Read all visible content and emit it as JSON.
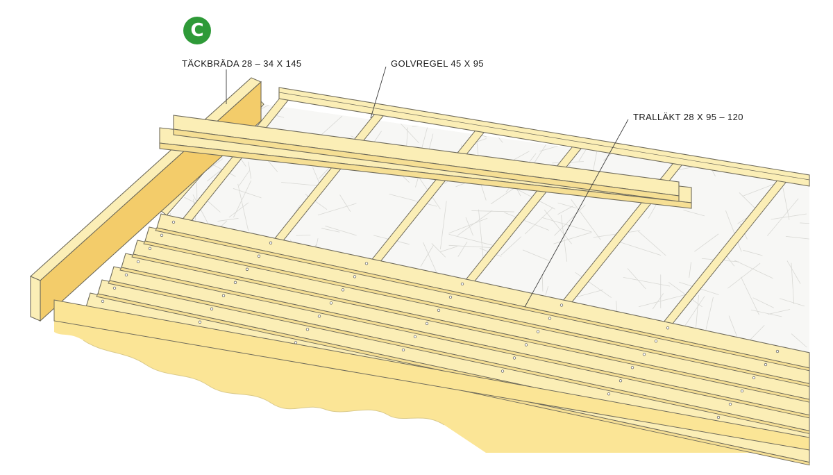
{
  "step": {
    "letter": "C"
  },
  "labels": {
    "cover_board": "TÄCKBRÄDA 28 – 34 X 145",
    "floor_joist": "GOLVREGEL 45 X 95",
    "deck_board": "TRALLÄKT 28 X 95 – 120"
  },
  "colors": {
    "wood_light": "#fbeeb6",
    "wood_face": "#f6df94",
    "wood_dark": "#f3cc6a",
    "ground": "#fbe596",
    "outline": "#6e6a5a",
    "badge": "#2e9a38"
  }
}
